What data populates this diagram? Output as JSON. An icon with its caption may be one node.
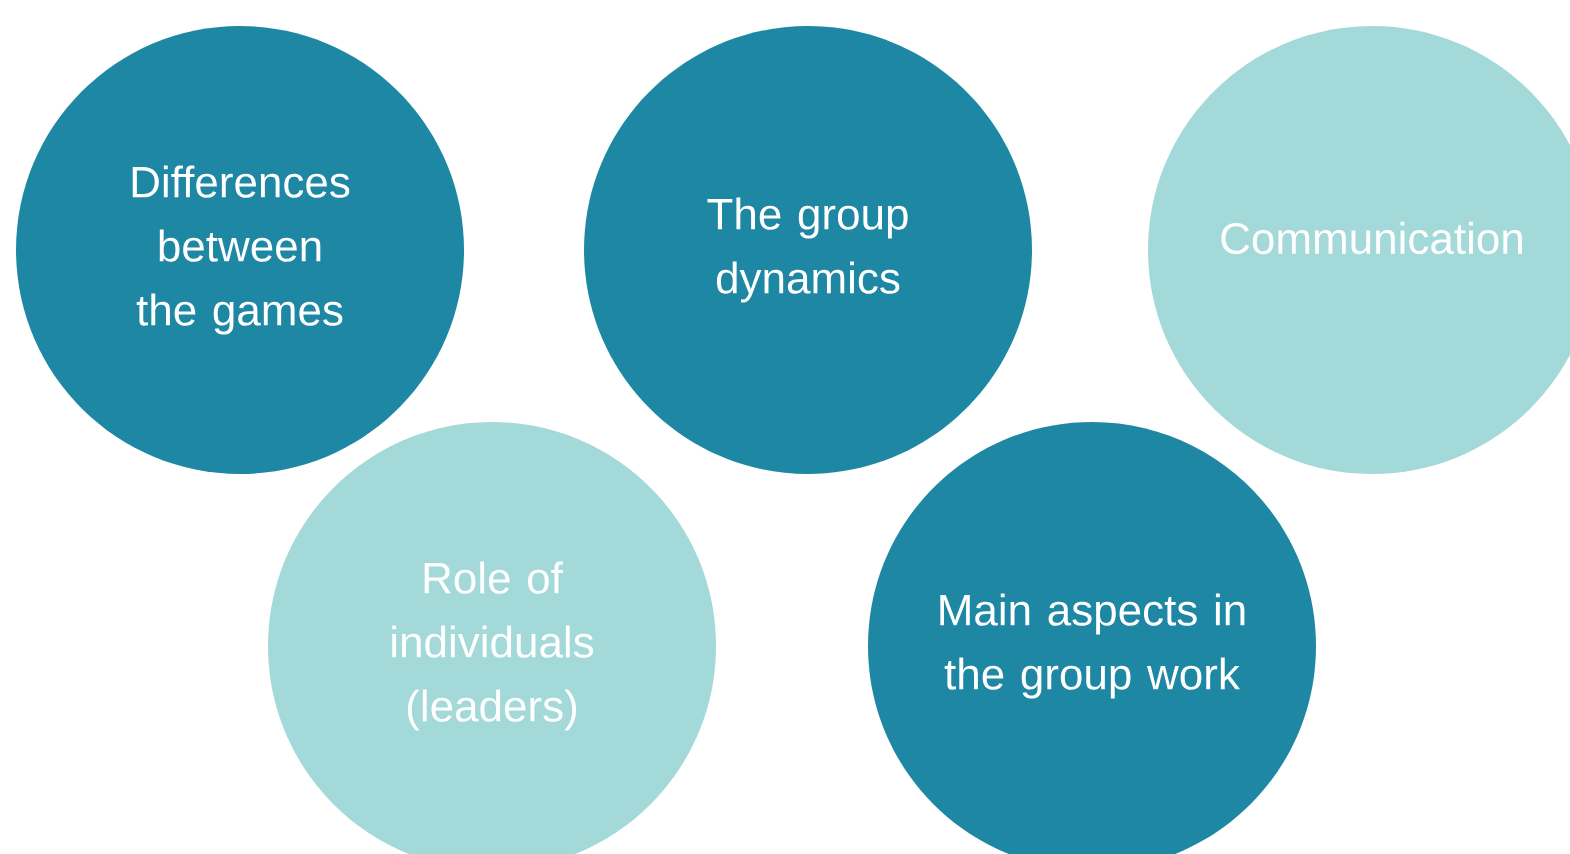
{
  "diagram": {
    "nodes": [
      {
        "text": [
          "Differences between the games"
        ]
      },
      {
        "text": [
          "The group dynamics"
        ]
      },
      {
        "text": [
          "Communication"
        ]
      },
      {
        "text": [
          "Role of individuals (leaders)"
        ]
      },
      {
        "text": [
          "Main aspects in the group work"
        ]
      }
    ]
  }
}
